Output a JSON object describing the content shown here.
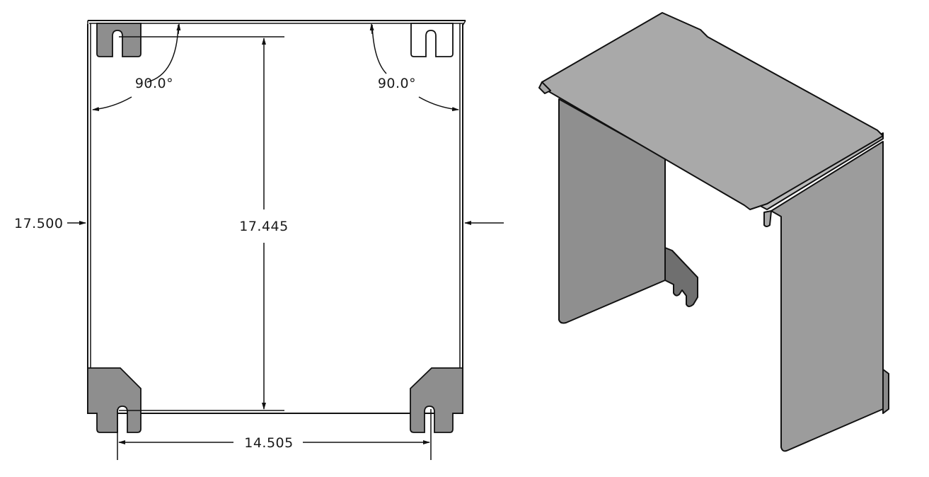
{
  "drawing": {
    "dimensions": {
      "angle_left": "90.0°",
      "angle_right": "90.0°",
      "overall_width": "17.500",
      "inner_height": "17.445",
      "slot_spacing": "14.505"
    }
  },
  "colors": {
    "line": "#111111",
    "tab_fill": "#8e8e8e",
    "iso_top": "#a9a9a9",
    "iso_left_wall": "#8f8f8f",
    "iso_right_wall": "#9c9c9c",
    "iso_tab": "#6f6f6f"
  }
}
